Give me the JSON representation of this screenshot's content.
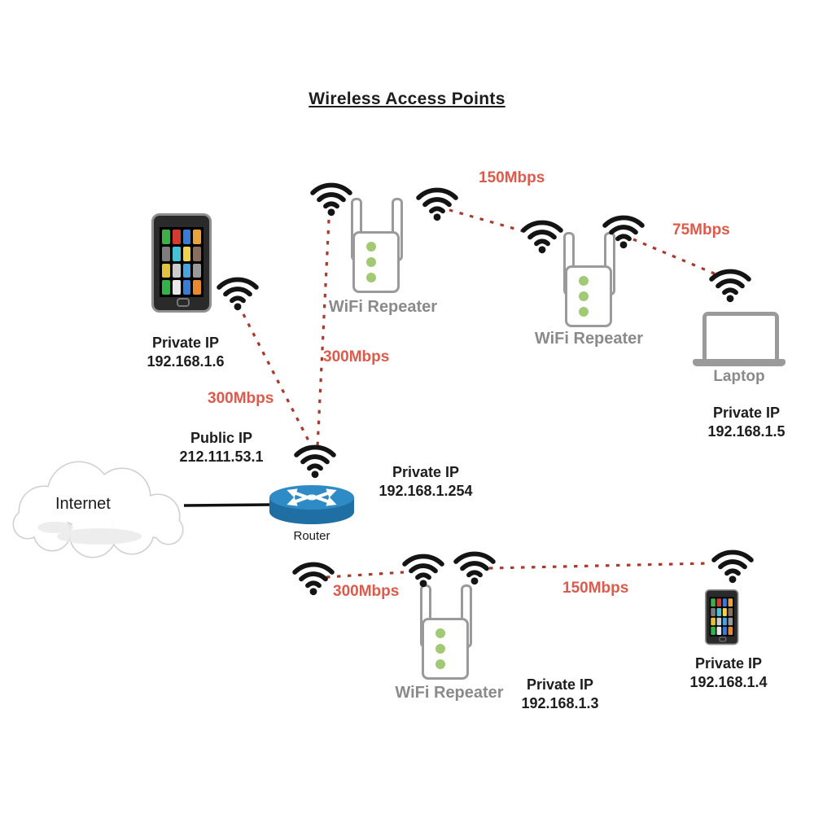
{
  "title": "Wireless Access Points",
  "internet": {
    "label": "Internet"
  },
  "router": {
    "label": "Router",
    "public_ip_title": "Public IP",
    "public_ip": "212.111.53.1",
    "private_ip_title": "Private IP",
    "private_ip": "192.168.1.254"
  },
  "devices": {
    "phone_top": {
      "ip_title": "Private IP",
      "ip": "192.168.1.6"
    },
    "repeater_top": {
      "label": "WiFi Repeater"
    },
    "repeater_right": {
      "label": "WiFi Repeater"
    },
    "laptop": {
      "label": "Laptop",
      "ip_title": "Private IP",
      "ip": "192.168.1.5"
    },
    "repeater_bottom": {
      "label": "WiFi Repeater",
      "ip_title": "Private IP",
      "ip": "192.168.1.3"
    },
    "phone_bottom": {
      "ip_title": "Private IP",
      "ip": "192.168.1.4"
    }
  },
  "links": {
    "phone_top_to_router": "300Mbps",
    "repeater_top_to_router": "300Mbps",
    "repeater_top_to_repeater_right": "150Mbps",
    "repeater_right_to_laptop": "75Mbps",
    "router_to_repeater_bottom": "300Mbps",
    "repeater_bottom_to_phone_bottom": "150Mbps"
  },
  "colors": {
    "link_dash": "#a93a2e",
    "speed_label": "#e05a4b",
    "router_body": "#1f6fa5",
    "router_top": "#2f8bc5",
    "led_green": "#a2c973",
    "device_outline": "#9a9a9a"
  }
}
